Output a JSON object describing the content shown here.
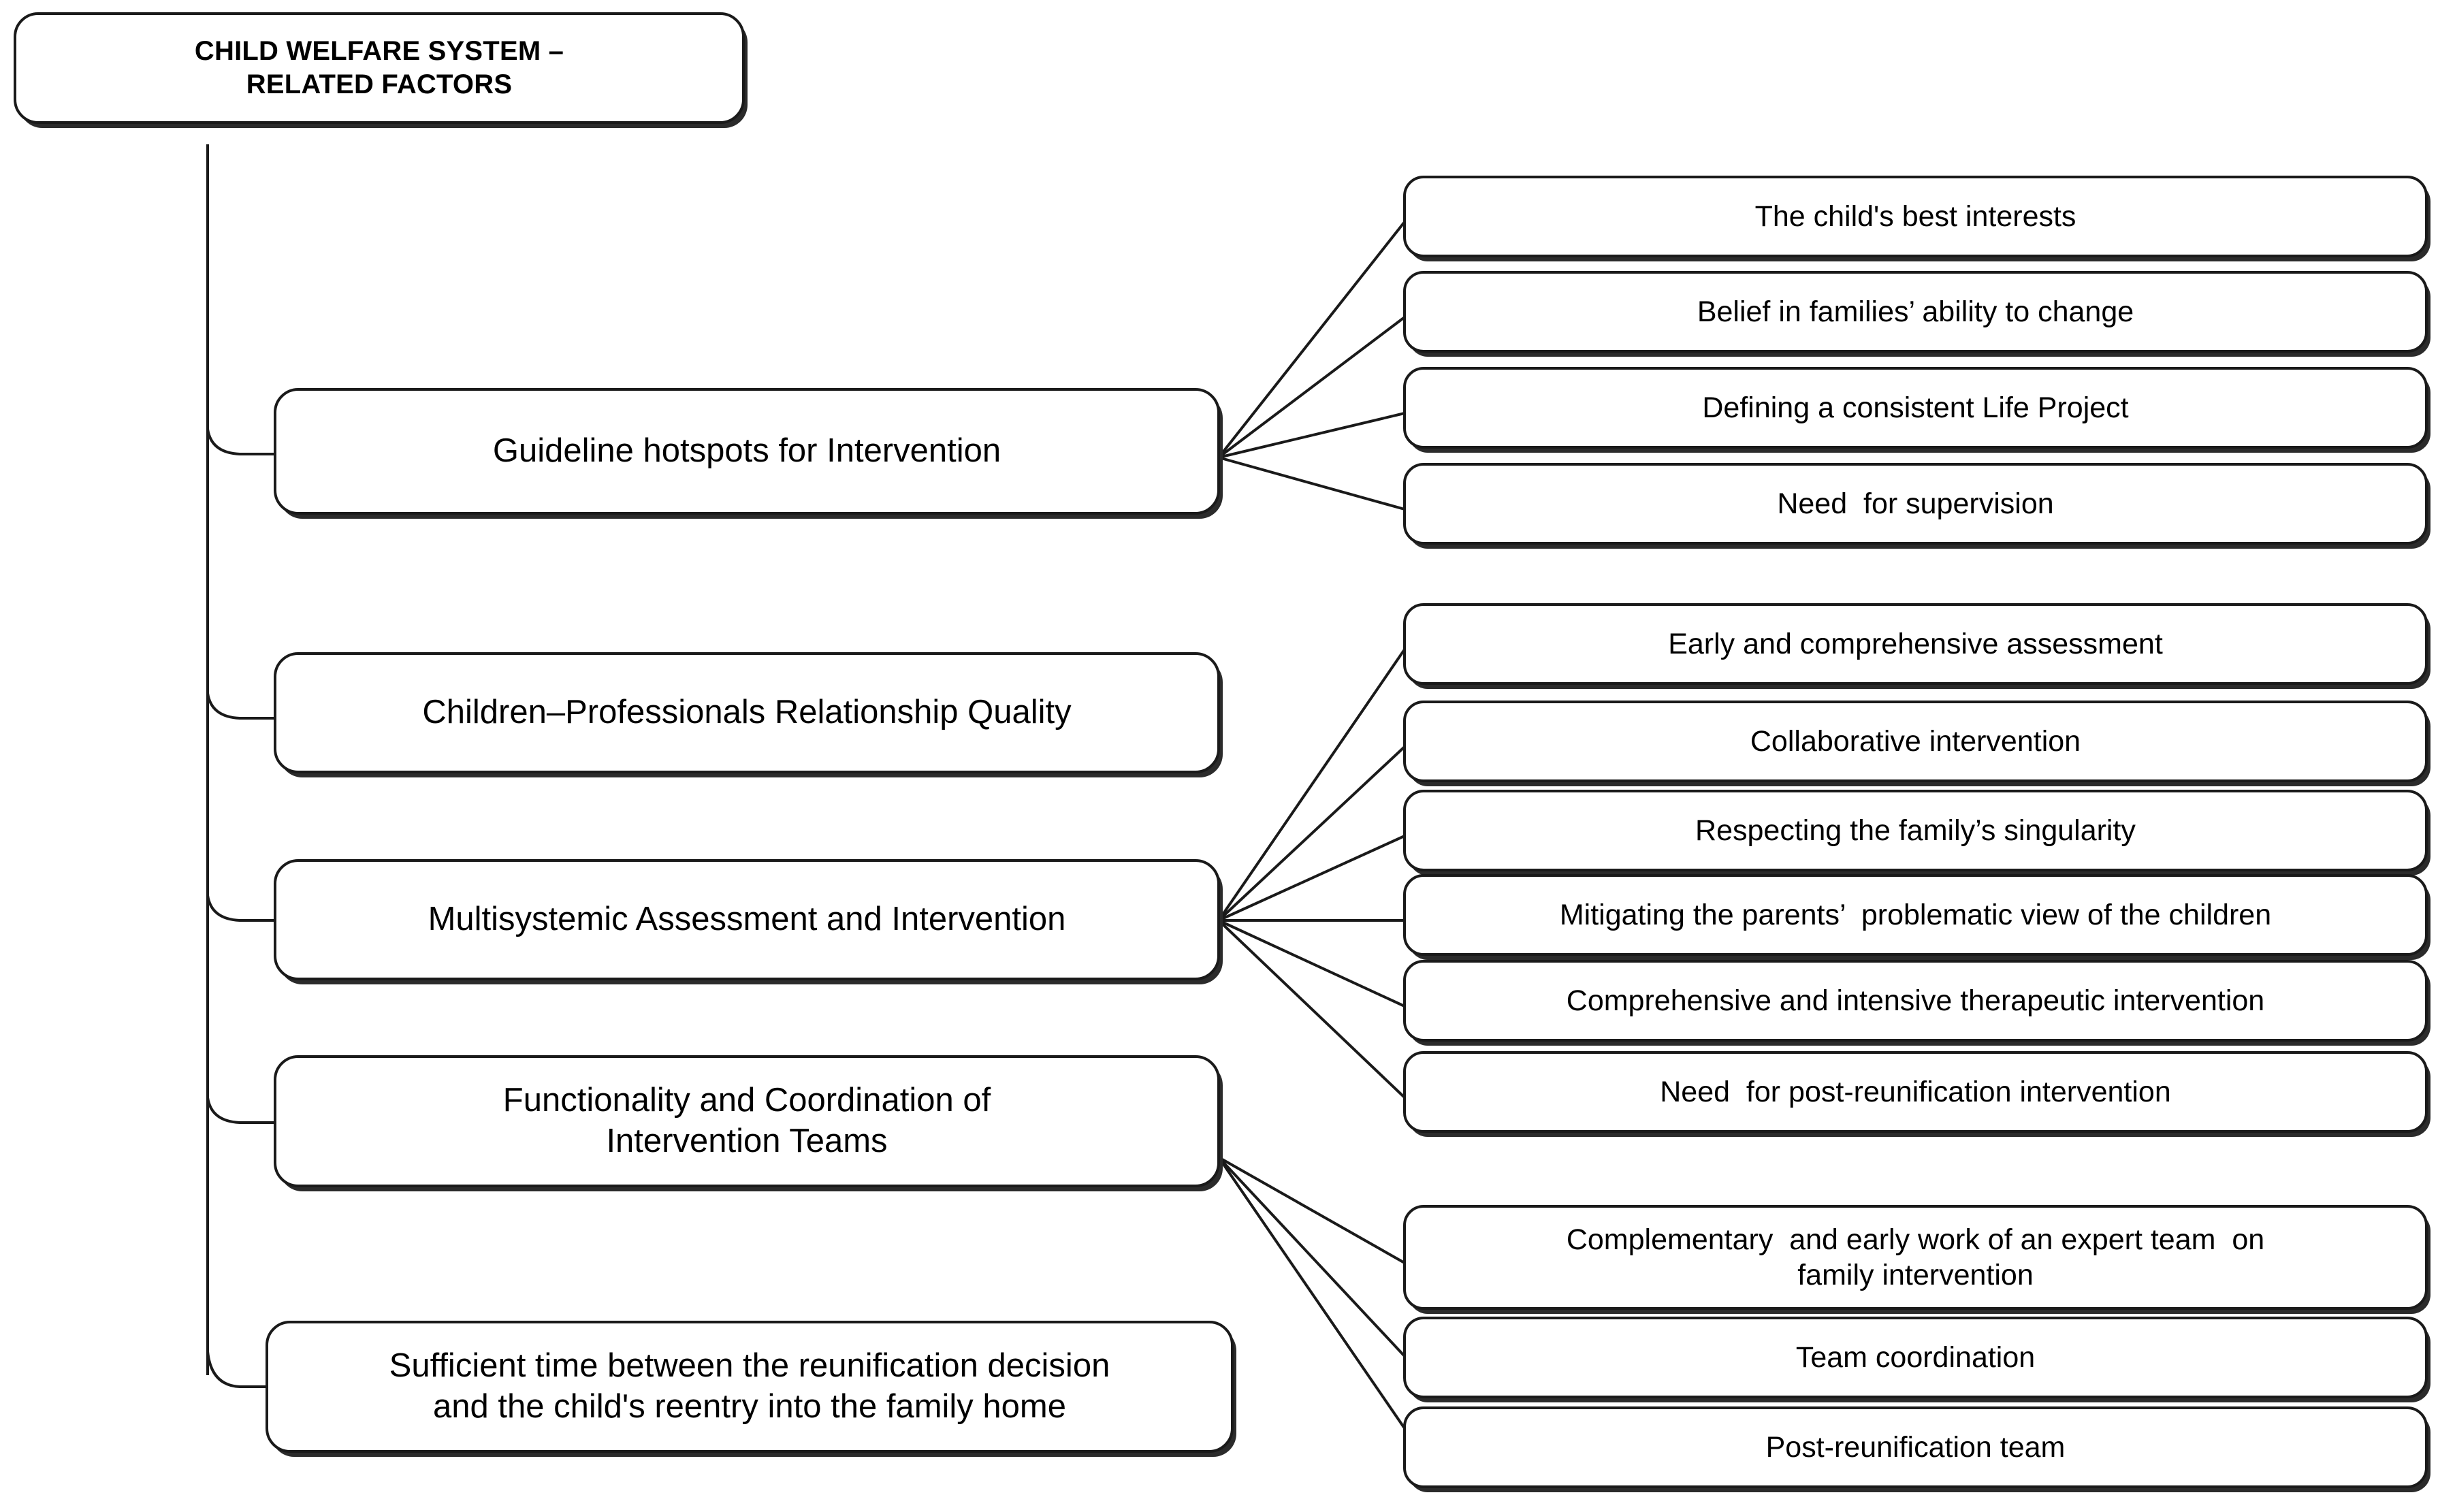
{
  "diagram": {
    "title": "Child Welfare System – Related Factors",
    "root": {
      "label": "CHILD WELFARE SYSTEM –\nRELATED FACTORS"
    },
    "branches": [
      {
        "id": "guideline-hotspots",
        "label": "Guideline hotspots for Intervention",
        "leaves": [
          "The child's best interests",
          "Belief in families’ ability to change",
          "Defining a consistent Life Project",
          "Need  for supervision"
        ]
      },
      {
        "id": "children-professionals-relationship-quality",
        "label": "Children–Professionals Relationship Quality",
        "leaves": []
      },
      {
        "id": "multisystemic-assessment-and-intervention",
        "label": "Multisystemic Assessment and Intervention",
        "leaves": [
          "Early and comprehensive assessment",
          "Collaborative intervention",
          "Respecting the family’s singularity",
          "Mitigating the parents’  problematic view of the children",
          "Comprehensive and intensive therapeutic intervention",
          "Need  for post-reunification intervention"
        ]
      },
      {
        "id": "functionality-and-coordination-of-intervention-teams",
        "label": "Functionality and Coordination of\nIntervention Teams",
        "leaves": [
          "Complementary  and early work of an expert team  on\nfamily intervention",
          "Team coordination",
          "Post-reunification team"
        ]
      },
      {
        "id": "sufficient-time-between-reunification-decision",
        "label": "Sufficient time between the reunification decision\nand the child's reentry into the family home",
        "leaves": []
      }
    ],
    "colors": {
      "stroke": "#1a1a1a",
      "box_fill": "#ffffff",
      "text": "#000000",
      "background": "#ffffff",
      "shadow": "#2b2b2b"
    }
  }
}
